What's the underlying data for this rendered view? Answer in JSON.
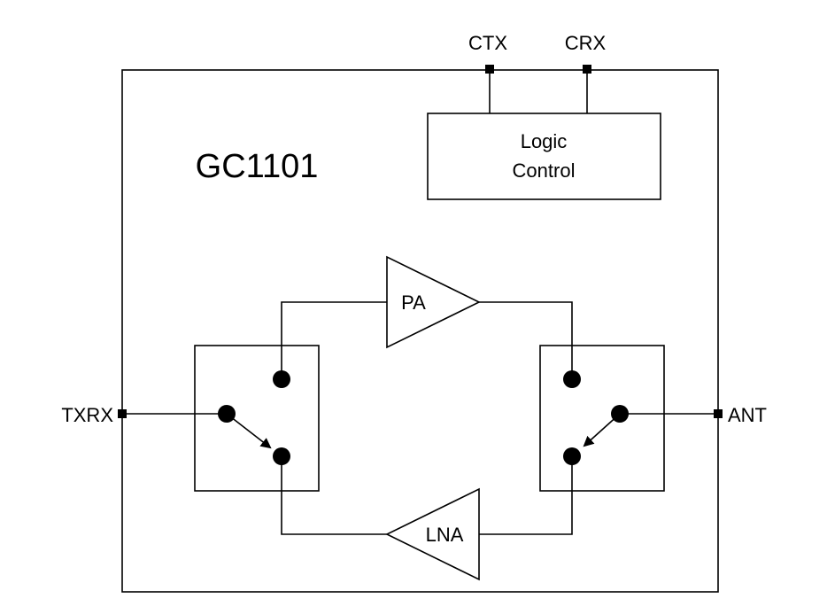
{
  "diagram": {
    "chip_name": "GC1101",
    "pins": {
      "ctx": "CTX",
      "crx": "CRX",
      "txrx": "TXRX",
      "ant": "ANT"
    },
    "blocks": {
      "logic_line1": "Logic",
      "logic_line2": "Control",
      "pa": "PA",
      "lna": "LNA"
    },
    "colors": {
      "line": "#000000",
      "background": "#ffffff"
    }
  }
}
